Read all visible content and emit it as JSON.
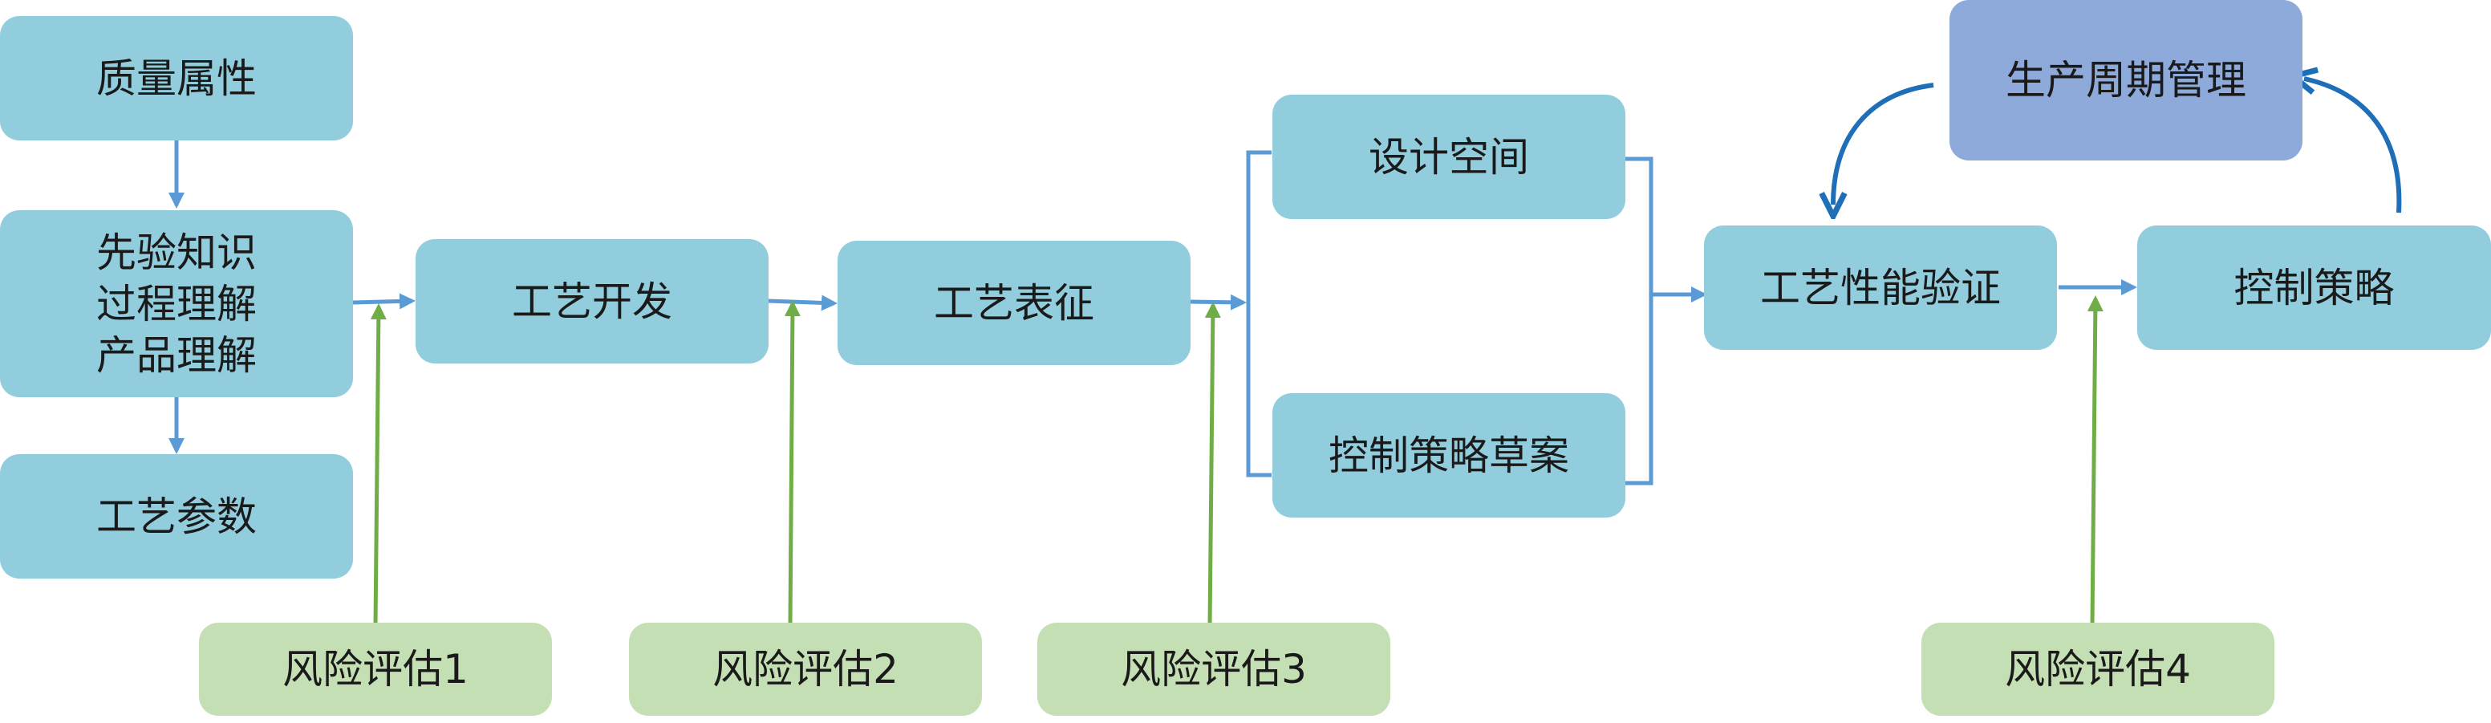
{
  "nodes": {
    "quality_attributes": "质量属性",
    "prior_knowledge": [
      "先验知识",
      "过程理解",
      "产品理解"
    ],
    "process_parameters": "工艺参数",
    "process_development": "工艺开发",
    "process_characterization": "工艺表征",
    "design_space": "设计空间",
    "draft_control_strategy": "控制策略草案",
    "process_performance_verification": "工艺性能验证",
    "control_strategy": "控制策略",
    "lifecycle_management": "生产周期管理"
  },
  "risk_assessments": [
    "风险评估1",
    "风险评估2",
    "风险评估3",
    "风险评估4"
  ],
  "colors": {
    "process_box": "#92cddd",
    "risk_box": "#c4dfb4",
    "lifecycle_box": "#8eaadb",
    "flow_arrow": "#5b9bd5",
    "risk_arrow": "#70ad47",
    "cycle_arrow": "#1f6fb8"
  }
}
